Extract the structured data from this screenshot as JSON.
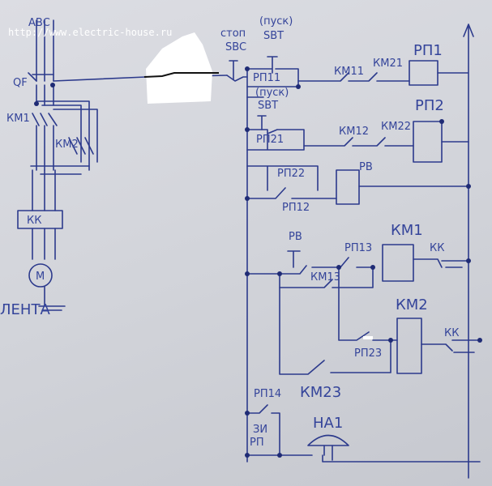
{
  "watermark": "http://www.electric-house.ru",
  "colors": {
    "ink": "#2c3a8c",
    "paper": "#d4d6dc"
  },
  "power": {
    "phases": "АВС",
    "breaker": "QF",
    "contactor1": "КМ1",
    "contactor2": "КМ2",
    "heaters": "КК",
    "motor": "М",
    "load": "ЛЕНТА"
  },
  "control": {
    "stop": {
      "word": "стоп",
      "name": "SBC"
    },
    "start1": {
      "word": "(пуск)",
      "name": "SBT"
    },
    "start2": {
      "word": "(пуск)",
      "name": "SBT"
    },
    "rp11": "РП11",
    "km11": "КМ11",
    "km21": "КМ21",
    "rp1": "РП1",
    "rp21": "РП21",
    "km12": "КМ12",
    "km22": "КМ22",
    "rp2": "РП2",
    "rp22": "РП22",
    "rv": "РВ",
    "rp12": "РП12",
    "rv_contact": "РВ",
    "rp13": "РП13",
    "km1": "КМ1",
    "kk1": "КК",
    "km13": "КМ13",
    "km2": "КМ2",
    "rp23": "РП23",
    "kk2": "КК",
    "rp14": "РП14",
    "km23": "КМ23",
    "zi": "ЗИ",
    "rp": "РП",
    "ha1": "НА1"
  }
}
